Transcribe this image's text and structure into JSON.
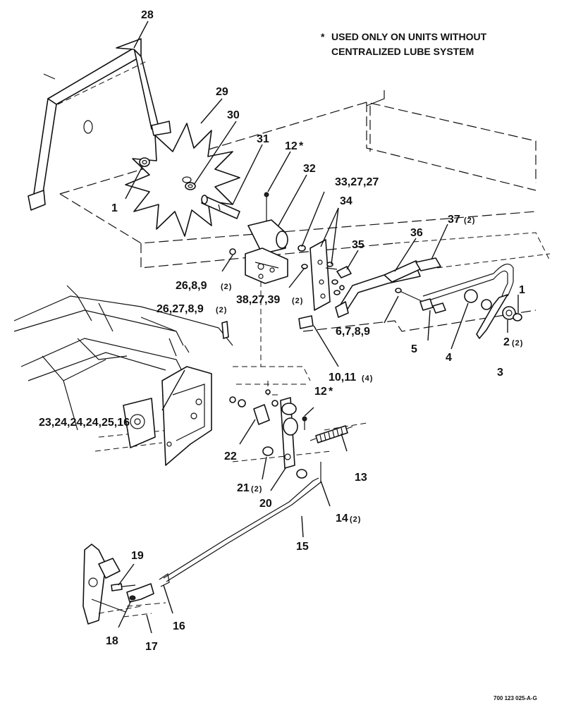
{
  "note": {
    "star": "*",
    "line1": "USED ONLY ON UNITS WITHOUT",
    "line2": "CENTRALIZED LUBE SYSTEM"
  },
  "figure_id": "700 123 025-A-G",
  "callouts": {
    "c28": "28",
    "c29": "29",
    "c30": "30",
    "c31": "31",
    "c12a": "12",
    "c12a_star": "*",
    "c32": "32",
    "c33": "33,27,27",
    "c34": "34",
    "c35": "35",
    "c36": "36",
    "c37": "37",
    "c37_qty": "(2)",
    "c1a": "1",
    "c1b": "1",
    "c26a": "26,8,9",
    "c26a_qty": "(2)",
    "c38": "38,27,39",
    "c38_qty": "(2)",
    "c26b": "26,27,8,9",
    "c26b_qty": "(2)",
    "c6": "6,7,8,9",
    "c5": "5",
    "c4": "4",
    "c2": "2",
    "c2_qty": "(2)",
    "c3": "3",
    "c10": "10,11",
    "c10_qty": "(4)",
    "c23": "23,24,24,24,25,16",
    "c12b": "12",
    "c12b_star": "*",
    "c13": "13",
    "c22": "22",
    "c21": "21",
    "c21_qty": "(2)",
    "c20": "20",
    "c14": "14",
    "c14_qty": "(2)",
    "c15": "15",
    "c19": "19",
    "c16": "16",
    "c18": "18",
    "c17": "17"
  }
}
